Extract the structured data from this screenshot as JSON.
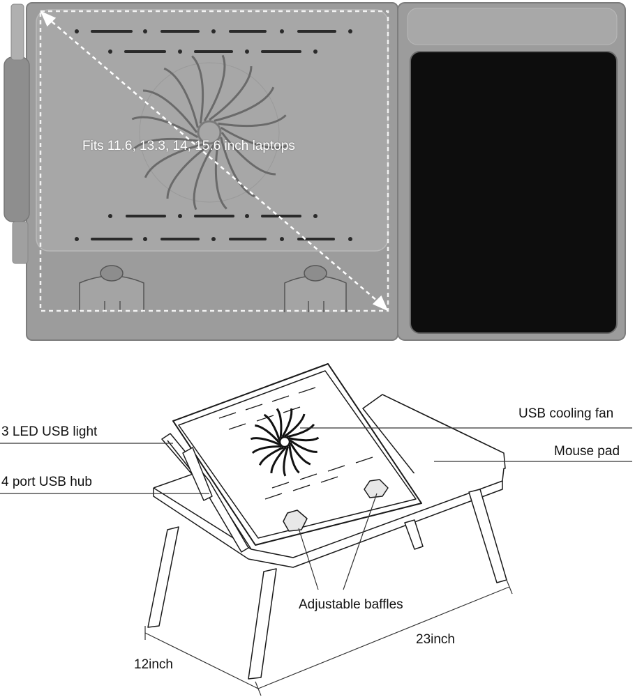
{
  "top_view": {
    "size_text": "Fits 11.6, 13.3, 14, 15.6 inch laptops"
  },
  "callouts": {
    "led_light": "3 LED USB light",
    "usb_hub": "4 port USB hub",
    "cooling_fan": "USB cooling fan",
    "mouse_pad": "Mouse pad",
    "baffles": "Adjustable baffles"
  },
  "dimensions": {
    "length": "23inch",
    "width": "12inch"
  },
  "colors": {
    "tray_gray": "#9c9c9c",
    "tray_edge": "#7d7d7d",
    "mouse_pad": "#0d0d0d",
    "line_art": "#1a1a1a"
  }
}
